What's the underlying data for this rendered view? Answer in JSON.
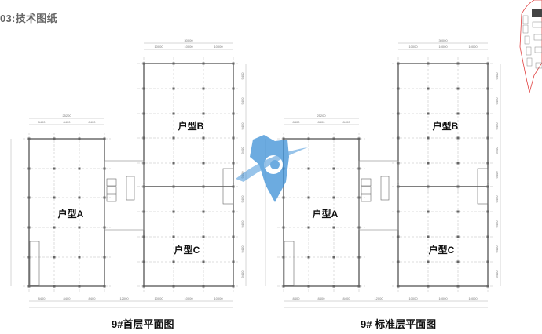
{
  "header": {
    "title": "03:技术图纸"
  },
  "plans": [
    {
      "caption": "9#首层平面图",
      "units": {
        "a": "户型A",
        "b": "户型B",
        "c": "户型C"
      },
      "dims": {
        "b_total": "30000",
        "b_bay": "10000",
        "a_total": "25200",
        "a_bay": "8400",
        "core": "12000",
        "row": "9400"
      }
    },
    {
      "caption": "9# 标准层平面图",
      "units": {
        "a": "户型A",
        "b": "户型B",
        "c": "户型C"
      },
      "dims": {
        "b_total": "30000",
        "b_bay": "10000",
        "a_total": "25200",
        "a_bay": "8400",
        "core": "12000",
        "row": "9400"
      }
    }
  ],
  "colors": {
    "wall": "#555555",
    "grid": "#bbbbbb",
    "watermark": "#3b8fd6",
    "site_outline": "#e04040"
  }
}
